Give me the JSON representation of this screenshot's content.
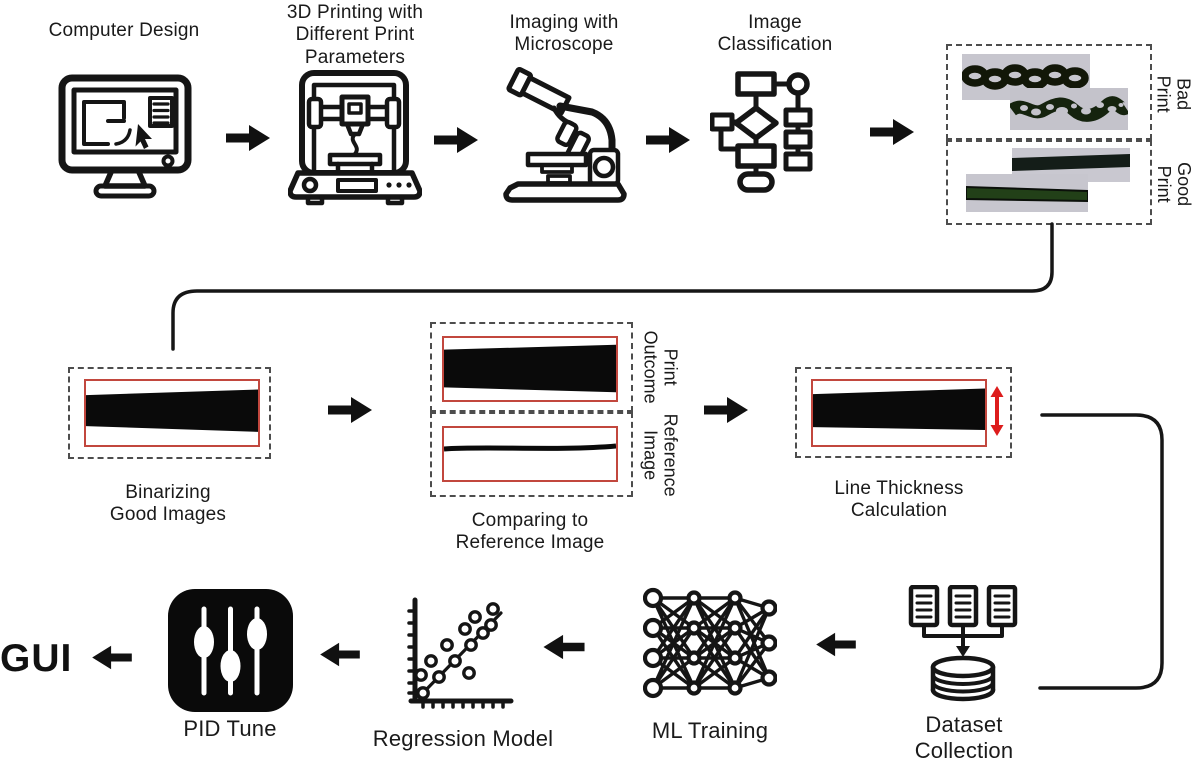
{
  "diagram": {
    "row1": {
      "computer_design": "Computer Design",
      "printing": "3D Printing with\nDifferent Print\nParameters",
      "imaging": "Imaging with\nMicroscope",
      "classification": "Image\nClassification",
      "bad_print": "Bad\nPrint",
      "good_print": "Good\nPrint"
    },
    "row2": {
      "binarizing": "Binarizing\nGood Images",
      "comparing": "Comparing to\nReference Image",
      "print_outcome": "Print\nOutcome",
      "reference_image": "Reference\nImage",
      "line_thickness": "Line Thickness\nCalculation"
    },
    "row3": {
      "gui": "GUI",
      "pid": "PID Tune",
      "regression": "Regression Model",
      "ml": "ML Training",
      "dataset": "Dataset\nCollection"
    },
    "colors": {
      "ink": "#151515",
      "red_frame": "#c2473e",
      "red_arrow": "#dd1c1c",
      "photo_background": "#c7c6ce"
    }
  }
}
